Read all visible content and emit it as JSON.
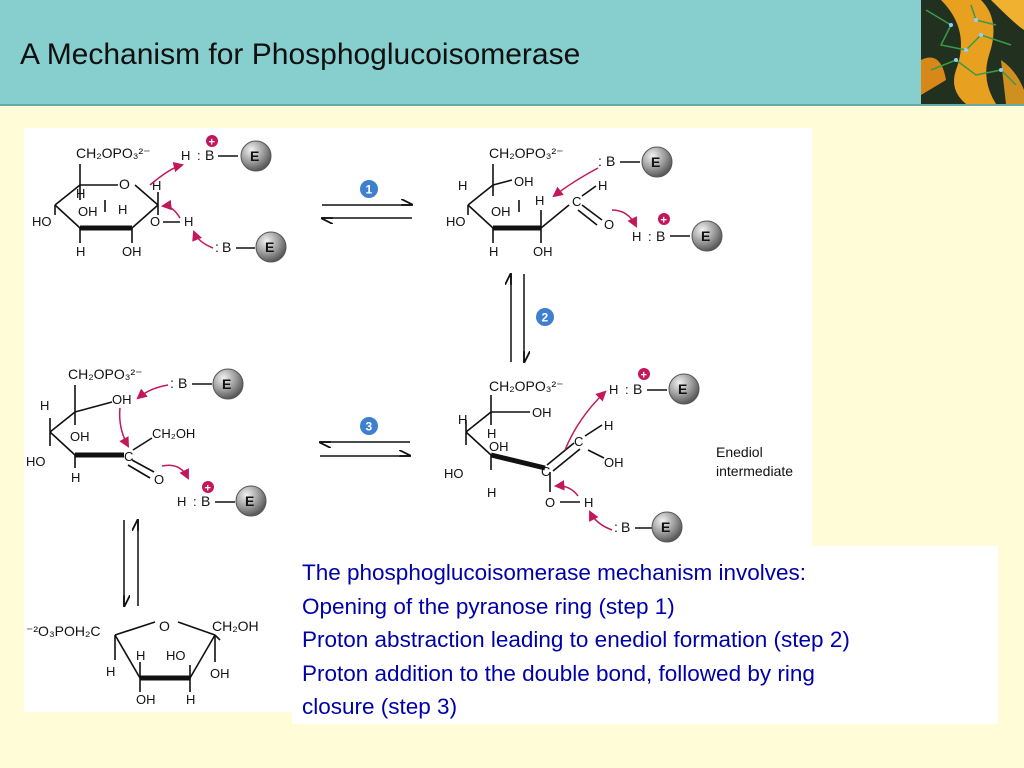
{
  "title": "A Mechanism for Phosphoglucoisomerase",
  "steps": {
    "s1": "1",
    "s2": "2",
    "s3": "3"
  },
  "labels": {
    "enzyme": "E",
    "base": "B",
    "ch2opo3": "CH₂OPO₃²⁻",
    "ch2oh": "CH₂OH",
    "o3poh2c": "⁻²O₃POH₂C",
    "enediol_1": "Enediol",
    "enediol_2": "intermediate"
  },
  "caption": {
    "line1": "The phosphoglucoisomerase mechanism involves:",
    "line2": "Opening of the pyranose ring (step 1)",
    "line3": "Proton abstraction leading to enediol formation (step 2)",
    "line4": "Proton addition to the double bond, followed by ring",
    "line5": "closure (step 3)"
  },
  "colors": {
    "header": "#87CECE",
    "background": "#FFFCD7",
    "caption_text": "#0000AA",
    "arrow": "#C2185B",
    "step_badge": "#3F7FD0"
  }
}
